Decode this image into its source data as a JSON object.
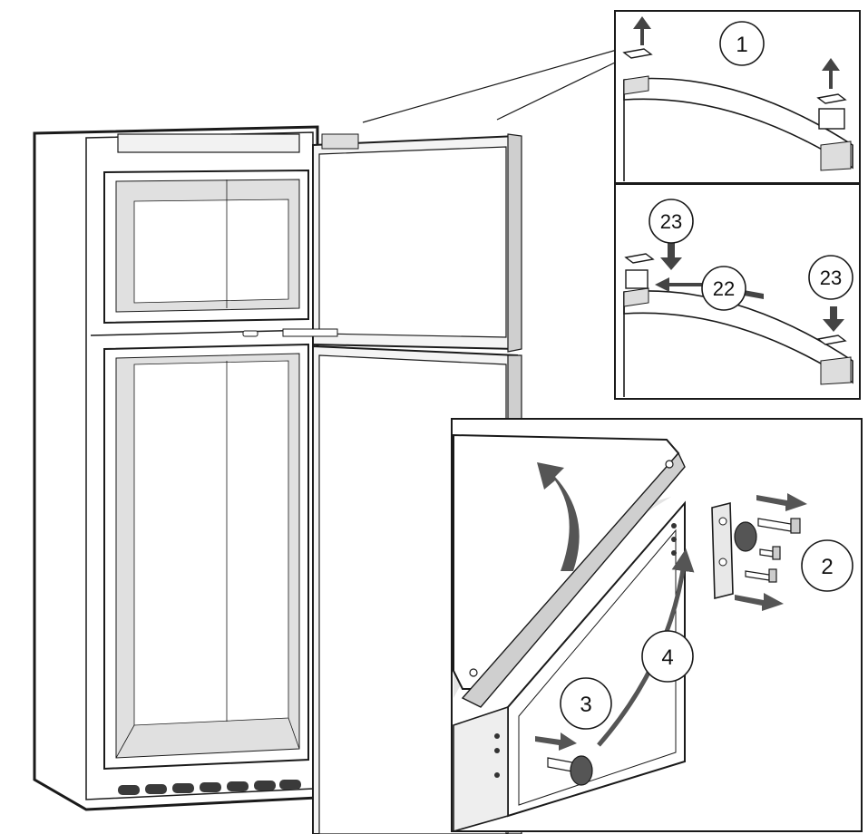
{
  "callouts": {
    "c1": "1",
    "c2": "2",
    "c3": "3",
    "c4": "4",
    "c22": "22",
    "c23a": "23",
    "c23b": "23"
  },
  "colors": {
    "line": "#1a1a1a",
    "shade": "#d8d8d8",
    "light": "#eeeeee",
    "arrow": "#555555"
  }
}
